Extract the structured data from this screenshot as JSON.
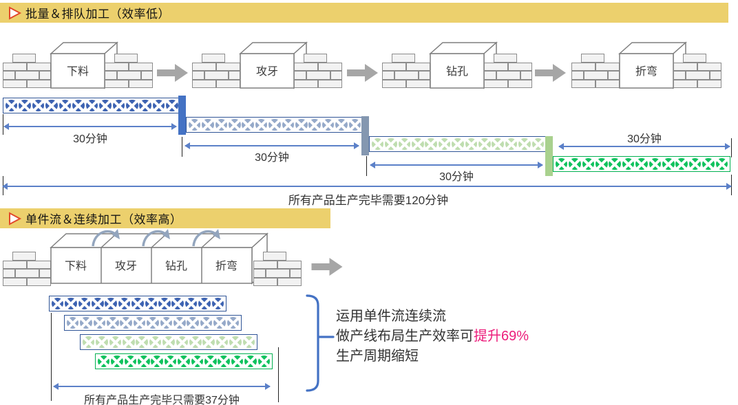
{
  "palette": {
    "banner_bg": "#ECD06D",
    "dim_arrow": "#5B80C8",
    "bracket": "#4472C4",
    "flow_arrow": "#A6A6A6",
    "highlight": "#EC1D7B"
  },
  "section1": {
    "banner_title": "批量＆排队加工（效率低）",
    "stations": [
      {
        "label": "下料"
      },
      {
        "label": "攻牙"
      },
      {
        "label": "钻孔"
      },
      {
        "label": "折弯"
      }
    ],
    "batches": [
      {
        "label": "30分钟",
        "count": 13,
        "fill": "#3D63B2",
        "border": "#2F5496"
      },
      {
        "label": "30分钟",
        "count": 13,
        "fill": "#95A9C9",
        "border": "#2F5496"
      },
      {
        "label": "30分钟",
        "count": 13,
        "fill": "#BFDDB0",
        "border": "#2F5496"
      },
      {
        "label": "30分钟",
        "count": 13,
        "fill": "#10C25E",
        "border": "#00B050"
      }
    ],
    "connectors": [
      "#4472C4",
      "#8497B0",
      "#A9D18E"
    ],
    "total_label": "所有产品生产完毕需要120分钟"
  },
  "section2": {
    "banner_title": "单件流＆连续加工（效率高）",
    "cells": [
      "下料",
      "攻牙",
      "钻孔",
      "折弯"
    ],
    "batches": [
      {
        "count": 13,
        "fill": "#3D63B2",
        "border": "#2F5496"
      },
      {
        "count": 13,
        "fill": "#95A9C9",
        "border": "#2F5496"
      },
      {
        "count": 13,
        "fill": "#BFDDB0",
        "border": "#2F5496"
      },
      {
        "count": 13,
        "fill": "#10C25E",
        "border": "#00B050"
      }
    ],
    "total_label": "所有产品生产完毕只需要37分钟",
    "note": {
      "line1": "运用单件流连续流",
      "line2_prefix": "做产线布局生产效率可",
      "line2_highlight": "提升69%",
      "line3": "生产周期缩短"
    }
  }
}
